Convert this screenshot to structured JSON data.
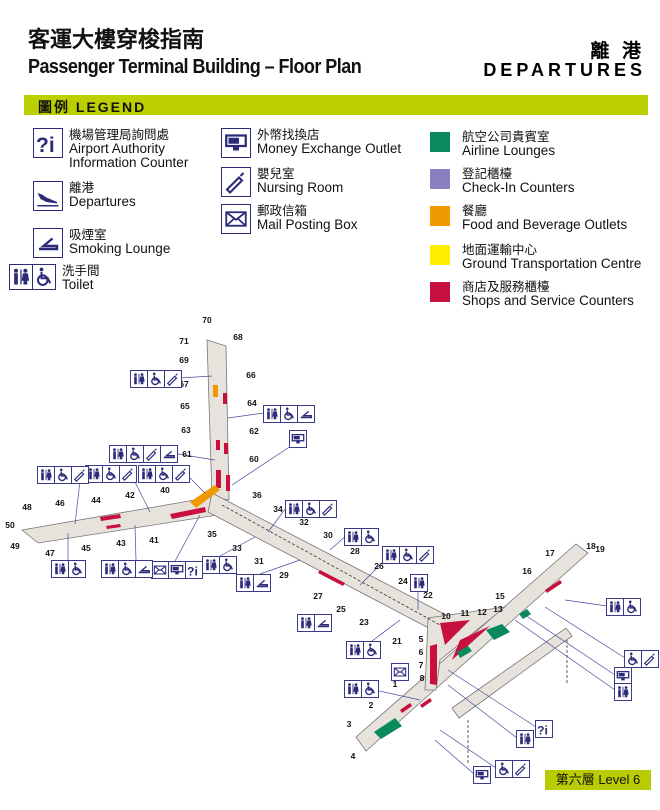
{
  "header": {
    "title_zh": "客運大樓穿梭指南",
    "title_en": "Passenger Terminal Building – Floor Plan",
    "section_zh": "離 港",
    "section_en": "DEPARTURES"
  },
  "legend": {
    "title": "圖例  LEGEND",
    "items": [
      {
        "icon": "info-icon",
        "zh": "機場管理局詢問處",
        "en": "Airport Authority Information Counter"
      },
      {
        "icon": "departures-icon",
        "zh": "離港",
        "en": "Departures"
      },
      {
        "icon": "smoking-icon",
        "zh": "吸煙室",
        "en": "Smoking Lounge"
      },
      {
        "icon": "toilet-icon",
        "zh": "洗手間",
        "en": "Toilet"
      },
      {
        "icon": "money-exchange-icon",
        "zh": "外幣找換店",
        "en": "Money Exchange Outlet"
      },
      {
        "icon": "nursing-icon",
        "zh": "嬰兒室",
        "en": "Nursing Room"
      },
      {
        "icon": "mail-icon",
        "zh": "郵政信箱",
        "en": "Mail Posting Box"
      },
      {
        "color": "#0a8a5c",
        "zh": "航空公司貴賓室",
        "en": "Airline Lounges"
      },
      {
        "color": "#8b7fbf",
        "zh": "登記櫃檯",
        "en": "Check-In Counters"
      },
      {
        "color": "#ee9a00",
        "zh": "餐廳",
        "en": "Food and Beverage Outlets"
      },
      {
        "color": "#ffee00",
        "zh": "地面運輸中心",
        "en": "Ground Transportation Centre"
      },
      {
        "color": "#c8103e",
        "zh": "商店及服務櫃檯",
        "en": "Shops and Service Counters"
      }
    ]
  },
  "map": {
    "gates": [
      "70",
      "71",
      "68",
      "69",
      "67",
      "66",
      "65",
      "64",
      "63",
      "62",
      "61",
      "60",
      "40",
      "42",
      "44",
      "46",
      "48",
      "50",
      "49",
      "47",
      "45",
      "43",
      "41",
      "36",
      "34",
      "32",
      "30",
      "28",
      "26",
      "24",
      "22",
      "35",
      "33",
      "31",
      "29",
      "27",
      "25",
      "23",
      "21",
      "5",
      "6",
      "7",
      "8",
      "10",
      "11",
      "12",
      "13",
      "15",
      "16",
      "17",
      "18",
      "19",
      "1",
      "2",
      "3",
      "4"
    ],
    "icon_groups": [
      [
        "toilet",
        "wheelchair",
        "nursing"
      ],
      [
        "toilet",
        "wheelchair",
        "smoking"
      ],
      [
        "money"
      ],
      [
        "toilet",
        "wheelchair",
        "nursing",
        "smoking"
      ],
      [
        "toilet",
        "wheelchair",
        "nursing"
      ],
      [
        "toilet",
        "wheelchair",
        "nursing"
      ],
      [
        "toilet",
        "wheelchair",
        "nursing"
      ],
      [
        "toilet",
        "wheelchair",
        "nursing"
      ],
      [
        "mail",
        "money",
        "info"
      ],
      [
        "toilet",
        "wheelchair"
      ],
      [
        "toilet",
        "wheelchair"
      ],
      [
        "toilet",
        "wheelchair",
        "smoking"
      ],
      [
        "toilet",
        "smoking"
      ],
      [
        "toilet",
        "wheelchair"
      ],
      [
        "toilet",
        "wheelchair",
        "nursing"
      ],
      [
        "toilet"
      ],
      [
        "toilet",
        "smoking"
      ],
      [
        "toilet",
        "wheelchair"
      ],
      [
        "mail"
      ],
      [
        "toilet",
        "wheelchair"
      ],
      [
        "toilet",
        "wheelchair"
      ],
      [
        "wheelchair",
        "nursing"
      ],
      [
        "money"
      ],
      [
        "toilet"
      ],
      [
        "info"
      ],
      [
        "toilet"
      ],
      [
        "wheelchair",
        "nursing"
      ],
      [
        "money"
      ]
    ],
    "colors": {
      "floor": "#e8e2dc",
      "shop": "#c8103e",
      "food": "#ee9a00",
      "lounge": "#0a8a5c",
      "icon": "#2b2b7a"
    }
  },
  "footer": {
    "level": "第六層  Level 6"
  }
}
